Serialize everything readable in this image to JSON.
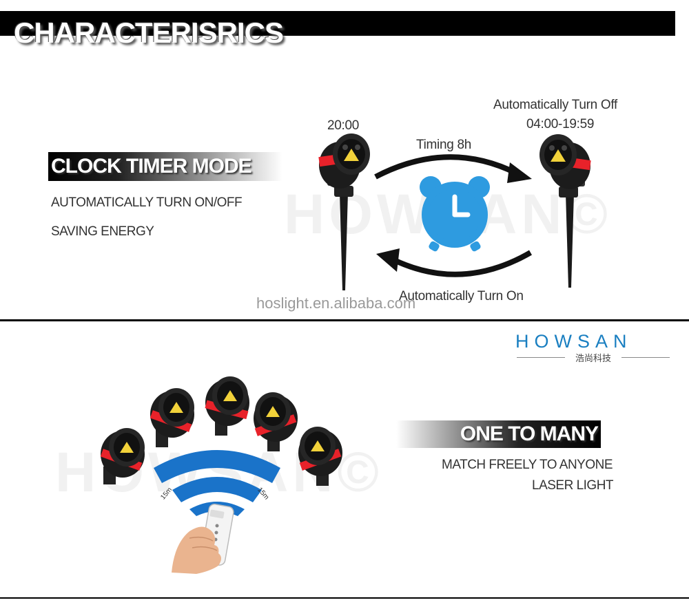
{
  "header": {
    "title": "CHARACTERISRICS"
  },
  "section1": {
    "badge": "CLOCK TIMER MODE",
    "features": [
      "AUTOMATICALLY TURN ON/OFF",
      "SAVING ENERGY"
    ],
    "start_time": "20:00",
    "off_label": "Automatically Turn Off",
    "off_time": "04:00-19:59",
    "timing_label": "Timing 8h",
    "on_label": "Automatically Turn On",
    "watermark": "HOWSAN©",
    "site": "hoslight.en.alibaba.com"
  },
  "brand": {
    "name": "HOWSAN",
    "sub": "浩尚科技"
  },
  "section2": {
    "badge": "ONE TO MANY",
    "features": [
      "MATCH FREELY TO ANYONE",
      "LASER LIGHT"
    ],
    "range_left": "15m",
    "range_right": "15m",
    "watermark": "HOWSAN©"
  },
  "colors": {
    "accent_red": "#e8222a",
    "clock_blue": "#2e9be0",
    "wifi_blue": "#1a73c9",
    "brand_blue": "#1a7fc1"
  }
}
